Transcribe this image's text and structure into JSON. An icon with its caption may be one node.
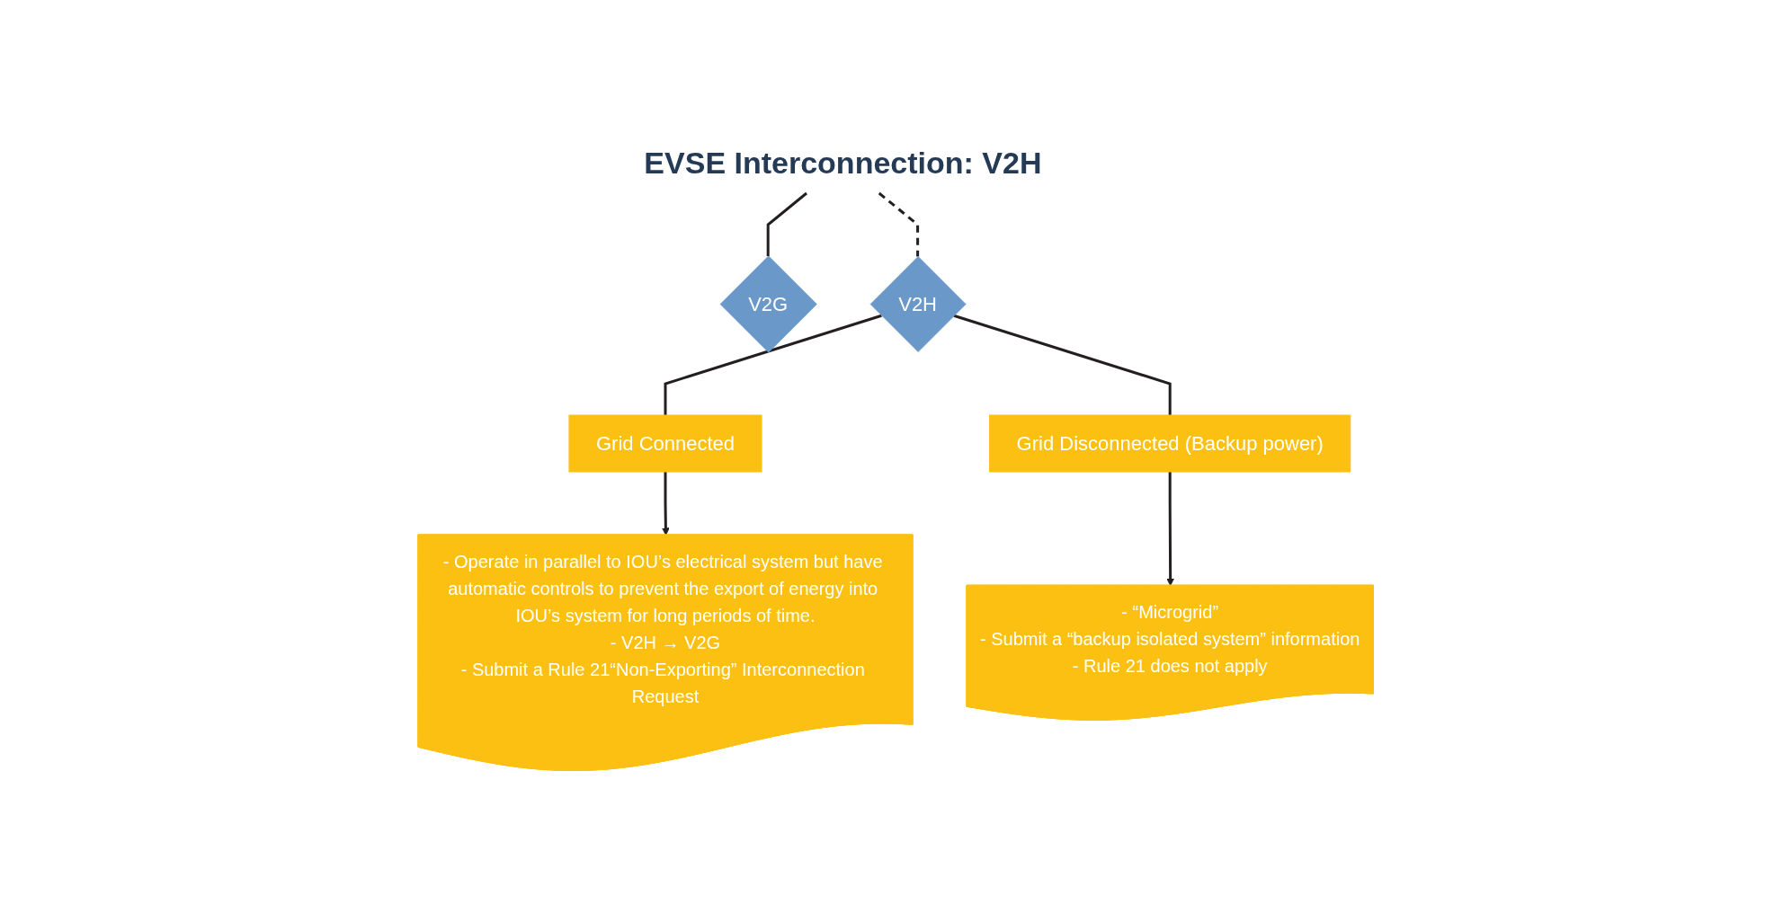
{
  "diagram": {
    "nodes": [
      {
        "text": [
          "EVSE Interconnection: V2H"
        ]
      },
      {
        "text": [
          "V2G"
        ]
      },
      {
        "text": [
          "V2H"
        ]
      },
      {
        "text": [
          "Grid Connected"
        ]
      },
      {
        "text": [
          "Grid Disconnected (Backup power)"
        ]
      },
      {
        "text": [
          "- Operate in parallel to IOU’s electrical system but have automatic controls to prevent the export of energy into IOU’s system for long periods of time.",
          "- V2H → V2G",
          "- Submit a Rule 21“Non-Exporting” Interconnection Request"
        ]
      },
      {
        "text": [
          "- “Microgrid”",
          "- Submit a “backup isolated system” information",
          "- Rule 21 does not apply"
        ]
      }
    ],
    "edges": [
      {
        "from": 0,
        "to": 1,
        "arrow": "none"
      },
      {
        "from": 0,
        "to": 2,
        "arrow": "none",
        "style": "dashed"
      },
      {
        "from": 2,
        "to": 3,
        "arrow": "none"
      },
      {
        "from": 2,
        "to": 4,
        "arrow": "none"
      },
      {
        "from": 3,
        "to": 5,
        "arrow": "to"
      },
      {
        "from": 4,
        "to": 6,
        "arrow": "to"
      }
    ]
  }
}
